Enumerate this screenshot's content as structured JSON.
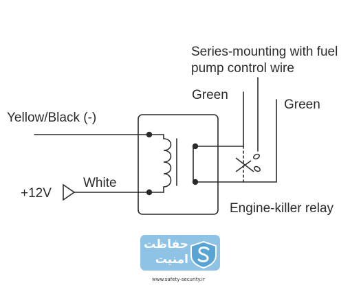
{
  "labels": {
    "series_line1": "Series-mounting with fuel",
    "series_line2": "pump control wire",
    "green_left": "Green",
    "green_right": "Green",
    "yellow_black": "Yellow/Black (-)",
    "plus12v": "+12V",
    "white": "White",
    "relay": "Engine-killer relay"
  },
  "logo": {
    "line1": "حفاظت",
    "line2": "امنیت",
    "url": "www.safety-security.ir",
    "color": "#8fc3e6"
  },
  "icons": {
    "coil": "coil-icon",
    "scissors": "scissors-icon",
    "terminal": "triangle-terminal-icon",
    "shield": "shield-logo-icon"
  },
  "colors": {
    "line": "#2a2a2a",
    "dot": "#2a2a2a"
  }
}
